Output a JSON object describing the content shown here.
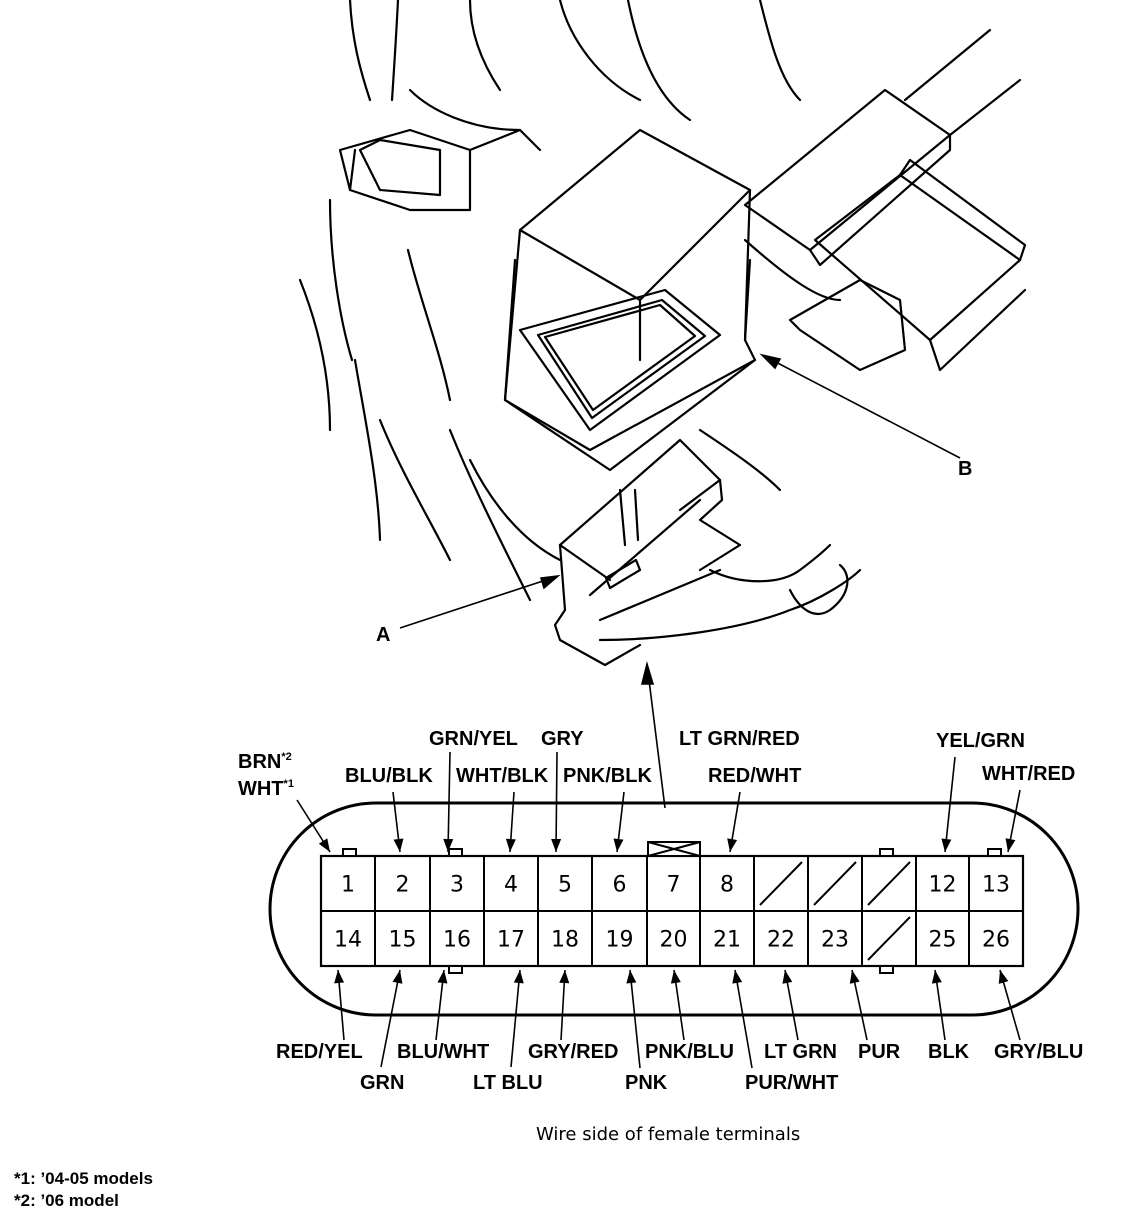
{
  "callouts": {
    "a": "A",
    "b": "B"
  },
  "caption": "Wire side of female terminals",
  "footnotes": [
    "*1: ’04-05 models",
    "*2: ’06 model"
  ],
  "pin1_label": {
    "line1": "BRN",
    "mark1": "*2",
    "line2": "WHT",
    "mark2": "*1"
  },
  "top_labels": [
    {
      "pin": "2",
      "wire": "BLU/BLK"
    },
    {
      "pin": "3",
      "wire": "GRN/YEL"
    },
    {
      "pin": "4",
      "wire": "WHT/BLK"
    },
    {
      "pin": "5",
      "wire": "GRY"
    },
    {
      "pin": "6",
      "wire": "PNK/BLK"
    },
    {
      "pin": "7",
      "wire": "LT GRN/RED"
    },
    {
      "pin": "8",
      "wire": "RED/WHT"
    },
    {
      "pin": "12",
      "wire": "YEL/GRN"
    },
    {
      "pin": "13",
      "wire": "WHT/RED"
    }
  ],
  "bottom_labels": [
    {
      "pin": "14",
      "wire": "RED/YEL"
    },
    {
      "pin": "15",
      "wire": "GRN"
    },
    {
      "pin": "16",
      "wire": "BLU/WHT"
    },
    {
      "pin": "17",
      "wire": "LT BLU"
    },
    {
      "pin": "18",
      "wire": "GRY/RED"
    },
    {
      "pin": "19",
      "wire": "PNK"
    },
    {
      "pin": "20",
      "wire": "PNK/BLU"
    },
    {
      "pin": "21",
      "wire": "PUR/WHT"
    },
    {
      "pin": "22",
      "wire": "LT GRN"
    },
    {
      "pin": "23",
      "wire": "PUR"
    },
    {
      "pin": "25",
      "wire": "BLK"
    },
    {
      "pin": "26",
      "wire": "GRY/BLU"
    }
  ],
  "terminals_row1": [
    "1",
    "2",
    "3",
    "4",
    "5",
    "6",
    "7",
    "8",
    "",
    "",
    "",
    "12",
    "13"
  ],
  "terminals_row2": [
    "14",
    "15",
    "16",
    "17",
    "18",
    "19",
    "20",
    "21",
    "22",
    "23",
    "",
    "25",
    "26"
  ]
}
